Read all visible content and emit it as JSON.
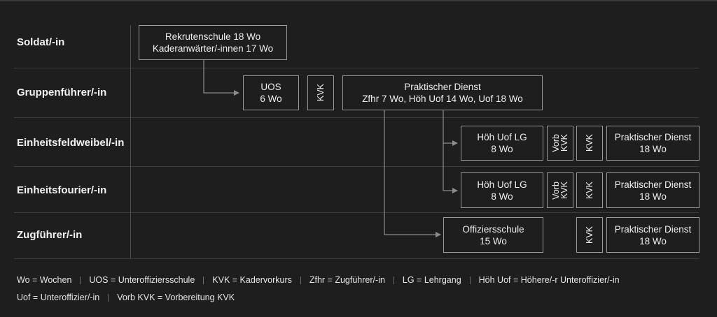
{
  "ranks": [
    "Soldat/-in",
    "Gruppenführer/-in",
    "Einheitsfeldweibel/-in",
    "Einheitsfourier/-in",
    "Zugführer/-in"
  ],
  "soldat": {
    "rs": [
      "Rekrutenschule 18 Wo",
      "Kaderanwärter/-innen 17 Wo"
    ]
  },
  "gruppenfuehrer": {
    "uos": [
      "UOS",
      "6 Wo"
    ],
    "kvk": "KVK",
    "pd": [
      "Praktischer Dienst",
      "Zfhr 7 Wo, Höh Uof 14 Wo, Uof 18 Wo"
    ]
  },
  "einheitsfeldweibel": {
    "lg": [
      "Höh Uof LG",
      "8 Wo"
    ],
    "vorb": [
      "Vorb",
      "KVK"
    ],
    "kvk": "KVK",
    "pd": [
      "Praktischer Dienst",
      "18 Wo"
    ]
  },
  "einheitsfourier": {
    "lg": [
      "Höh Uof LG",
      "8 Wo"
    ],
    "vorb": [
      "Vorb",
      "KVK"
    ],
    "kvk": "KVK",
    "pd": [
      "Praktischer Dienst",
      "18 Wo"
    ]
  },
  "zugfuehrer": {
    "os": [
      "Offiziersschule",
      "15 Wo"
    ],
    "kvk": "KVK",
    "pd": [
      "Praktischer Dienst",
      "18 Wo"
    ]
  },
  "legend": {
    "row1": [
      "Wo = Wochen",
      "UOS = Unteroffiziersschule",
      "KVK = Kadervorkurs",
      "Zfhr = Zugführer/-in",
      "LG = Lehrgang",
      "Höh Uof = Höhere/-r Unteroffizier/-in"
    ],
    "row2": [
      "Uof = Unteroffizier/-in",
      "Vorb KVK = Vorbereitung KVK"
    ]
  },
  "colors": {
    "background": "#1e1e1e",
    "text": "#ececec",
    "box_border": "#9a9a9a",
    "connector": "#8c8c8c",
    "divider": "#3c3c3c"
  }
}
